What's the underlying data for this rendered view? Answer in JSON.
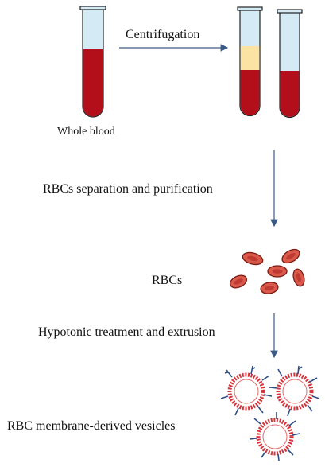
{
  "labels": {
    "centrifugation": "Centrifugation",
    "whole_blood": "Whole blood",
    "separation": "RBCs separation  and purification",
    "rbcs": "RBCs",
    "hypotonic": "Hypotonic treatment and extrusion",
    "vesicles": "RBC membrane-derived vesicles"
  },
  "colors": {
    "blood": "#b30f1a",
    "tube_glass": "#d4ebf6",
    "plasma": "#fbe3a3",
    "rbc_fill": "#d9594b",
    "rbc_center": "#bf3a30",
    "arrow": "#3a5a85",
    "membrane": "#d6333a",
    "protein": "#2f4f86"
  },
  "icons": [
    "test-tube-icon",
    "red-blood-cell-icon",
    "membrane-vesicle-icon",
    "arrow-icon"
  ]
}
